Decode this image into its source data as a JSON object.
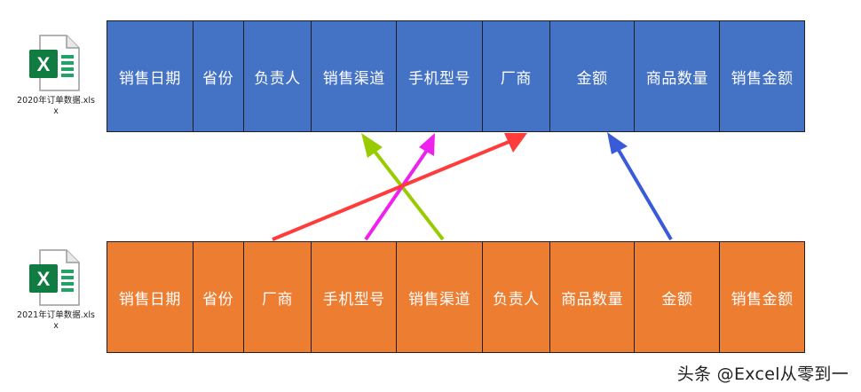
{
  "files": [
    {
      "name": "2020年订单数据.xlsx",
      "icon": "excel-file-icon"
    },
    {
      "name": "2021年订单数据.xlsx",
      "icon": "excel-file-icon"
    }
  ],
  "top_row": [
    "销售日期",
    "省份",
    "负责人",
    "销售渠道",
    "手机型号",
    "厂商",
    "金额",
    "商品数量",
    "销售金额"
  ],
  "bottom_row": [
    "销售日期",
    "省份",
    "厂商",
    "手机型号",
    "销售渠道",
    "负责人",
    "商品数量",
    "金额",
    "销售金额"
  ],
  "colors": {
    "top_fill": "#4472c4",
    "bottom_fill": "#ed7d31",
    "arrow_green": "#99cc00",
    "arrow_magenta": "#ee22ee",
    "arrow_red": "#ff3b3b",
    "arrow_blue": "#3a5bd9"
  },
  "watermark": "头条 @Excel从零到一"
}
